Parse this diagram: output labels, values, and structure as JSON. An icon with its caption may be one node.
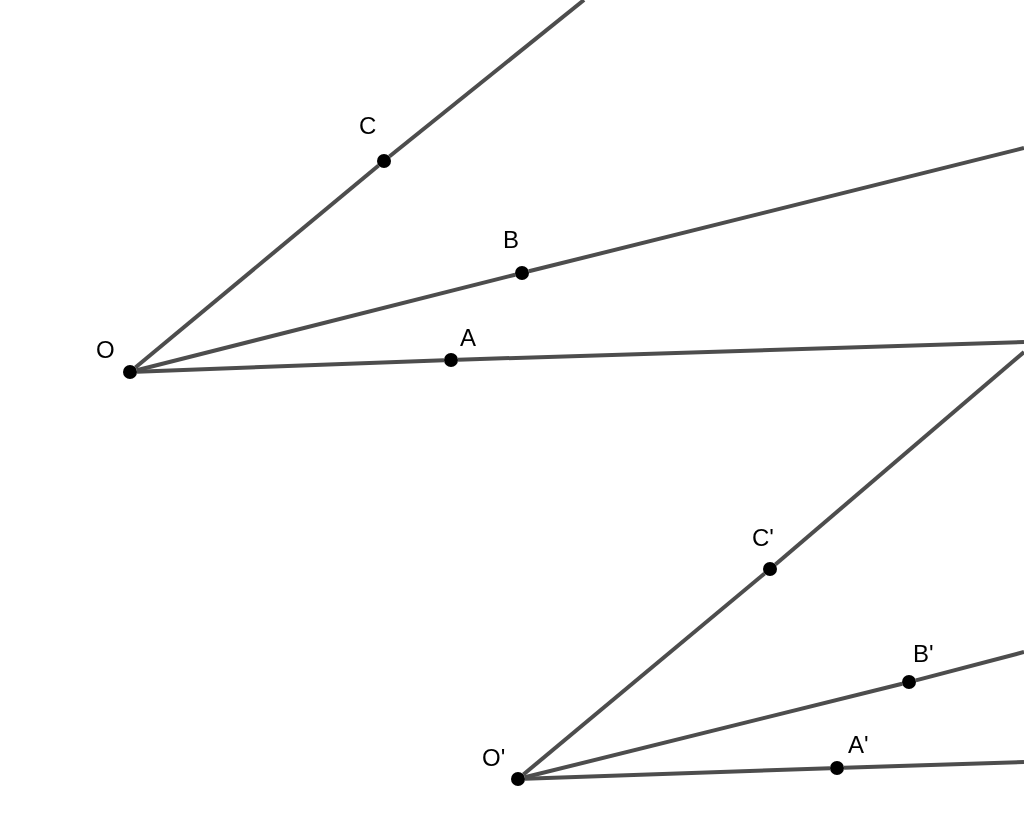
{
  "diagram": {
    "nodes": [
      {
        "text": [],
        "shape": "circle",
        "beside": [
          "O"
        ]
      },
      {
        "text": [],
        "shape": "circle",
        "beside": [
          "A"
        ]
      },
      {
        "text": [],
        "shape": "circle",
        "beside": [
          "B"
        ]
      },
      {
        "text": [],
        "shape": "circle",
        "beside": [
          "C"
        ]
      },
      {
        "text": [],
        "shape": "circle",
        "beside": [
          "O'"
        ]
      },
      {
        "text": [],
        "shape": "circle",
        "beside": [
          "A'"
        ]
      },
      {
        "text": [],
        "shape": "circle",
        "beside": [
          "B'"
        ]
      },
      {
        "text": [],
        "shape": "circle",
        "beside": [
          "C'"
        ]
      }
    ],
    "edges": [
      {
        "from": 0,
        "to": 3,
        "arrow": "none"
      },
      {
        "from": 0,
        "to": 2,
        "arrow": "none"
      },
      {
        "from": 0,
        "to": 1,
        "arrow": "none"
      },
      {
        "from": 4,
        "to": 7,
        "arrow": "none"
      },
      {
        "from": 4,
        "to": 6,
        "arrow": "none"
      },
      {
        "from": 4,
        "to": 5,
        "arrow": "none"
      }
    ]
  }
}
